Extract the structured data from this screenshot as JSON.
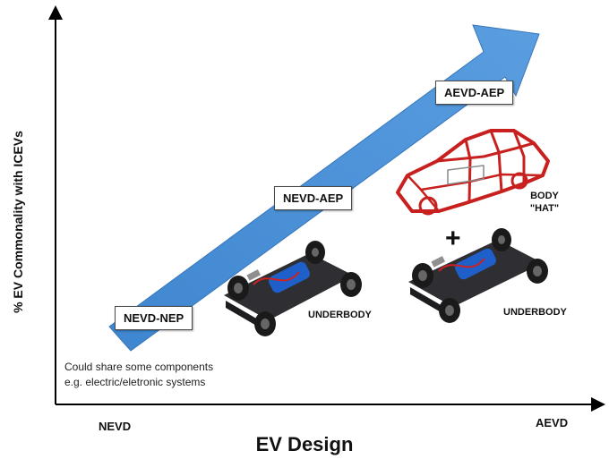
{
  "axes": {
    "y_title": "% EV Commonality with ICEVs",
    "x_title": "EV Design",
    "x_start": "NEVD",
    "x_end": "AEVD"
  },
  "stages": [
    {
      "label": "NEVD-NEP"
    },
    {
      "label": "NEVD-AEP"
    },
    {
      "label": "AEVD-AEP"
    }
  ],
  "captions": {
    "underbody_left": "UNDERBODY",
    "underbody_right": "UNDERBODY",
    "body_hat_line1": "BODY",
    "body_hat_line2": "\"HAT\"",
    "plus": "+"
  },
  "note": {
    "line1": "Could share some components",
    "line2": "e.g. electric/eletronic systems"
  },
  "colors": {
    "arrow": "#4a8fd6",
    "body_frame": "#c8201e",
    "chassis": "#2f2f33",
    "motor": "#1f5fc9"
  }
}
